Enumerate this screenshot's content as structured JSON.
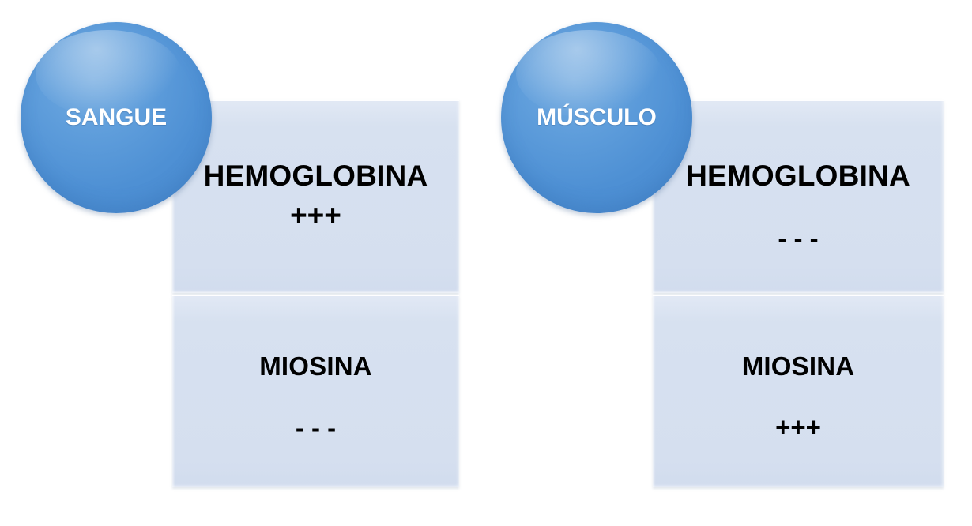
{
  "meta": {
    "background_color": "#ffffff",
    "accent_circle_color": "#4e90d4",
    "panel_fill_color": "#d7e1f0",
    "text_color": "#000000",
    "circle_label_color": "#ffffff"
  },
  "groups": [
    {
      "id": "blood",
      "bubble_label": "SANGUE",
      "rows": [
        {
          "label": "HEMOGLOBINA",
          "mark": "+++"
        },
        {
          "label": "MIOSINA",
          "mark": "- - -"
        }
      ]
    },
    {
      "id": "muscle",
      "bubble_label": "MÚSCULO",
      "rows": [
        {
          "label": "HEMOGLOBINA",
          "mark": "- - -"
        },
        {
          "label": "MIOSINA",
          "mark": "+++"
        }
      ]
    }
  ]
}
